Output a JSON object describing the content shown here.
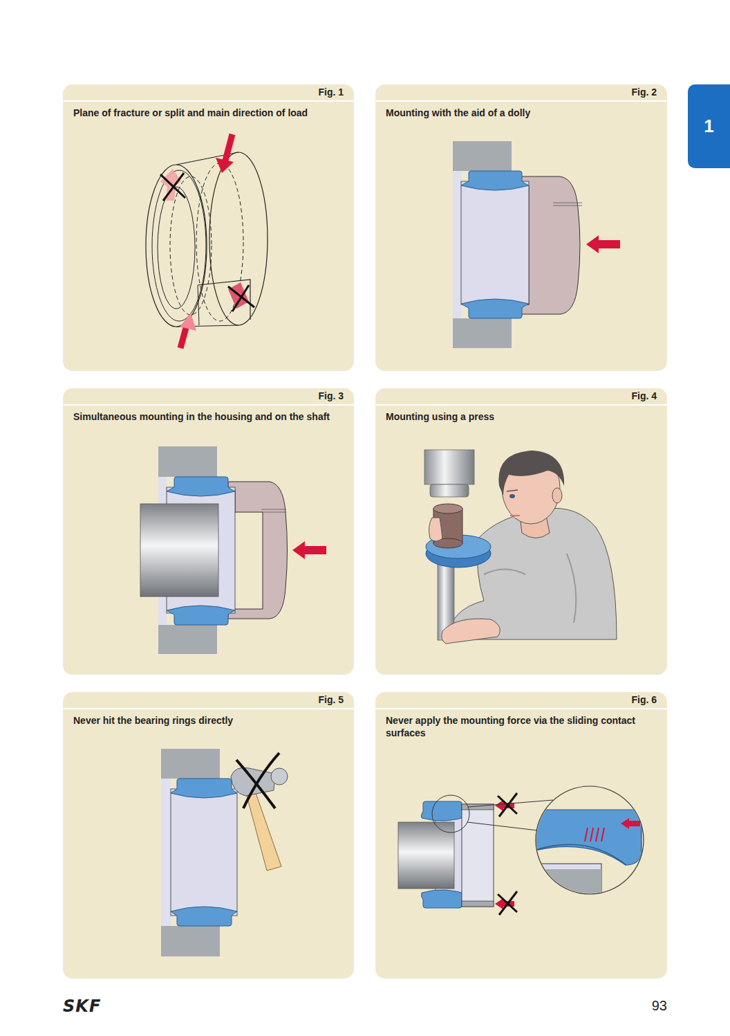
{
  "diagram": {
    "nodes": [
      {
        "text": [
          "Fig. 1",
          "Plane of fracture or split and main direction of load"
        ]
      },
      {
        "text": [
          "Fig. 2",
          "Mounting with the aid of a dolly"
        ]
      },
      {
        "text": [
          "1"
        ]
      },
      {
        "text": [
          "Fig. 3",
          "Simultaneous mounting in the housing and on the shaft"
        ]
      },
      {
        "text": [
          "Fig. 4",
          "Mounting using a press"
        ]
      },
      {
        "text": [
          "Fig. 5",
          "Never hit the bearing rings directly"
        ]
      },
      {
        "text": [
          "Fig. 6",
          "Never apply the mounting force via the sliding contact surfaces"
        ]
      }
    ],
    "labels": [
      "SKF",
      "93"
    ]
  }
}
